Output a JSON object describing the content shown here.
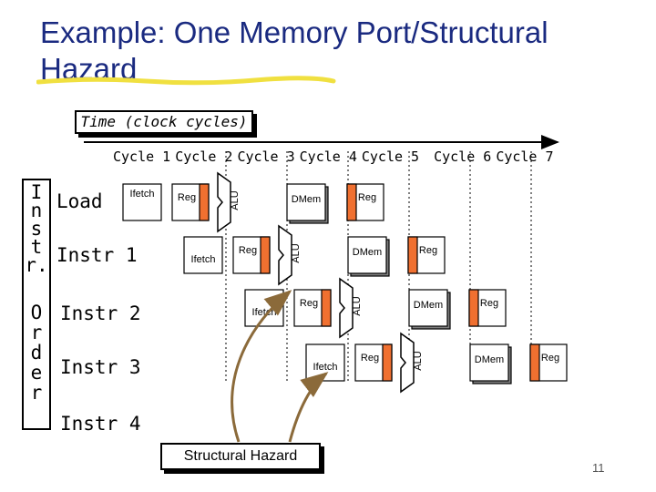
{
  "slide": {
    "title": "Example: One Memory Port/Structural Hazard",
    "page_number": "11"
  },
  "timeline": {
    "label": "Time (clock cycles)",
    "cycles": [
      "Cycle 1",
      "Cycle 2",
      "Cycle 3",
      "Cycle 4",
      "Cycle 5",
      "Cycle 6",
      "Cycle 7"
    ]
  },
  "order_axis": {
    "letters": [
      "I",
      "n",
      "s",
      "t",
      "r.",
      "O",
      "r",
      "d",
      "e",
      "r"
    ]
  },
  "instructions": [
    {
      "label": "Load",
      "stages": [
        "Ifetch",
        "Reg",
        "ALU",
        "DMem",
        "Reg"
      ]
    },
    {
      "label": "Instr 1",
      "stages": [
        "Ifetch",
        "Reg",
        "ALU",
        "DMem",
        "Reg"
      ]
    },
    {
      "label": "Instr 2",
      "stages": [
        "Ifetch",
        "Reg",
        "ALU",
        "DMem",
        "Reg"
      ]
    },
    {
      "label": "Instr 3",
      "stages": [
        "Ifetch",
        "Reg",
        "ALU",
        "DMem",
        "Reg"
      ]
    },
    {
      "label": "Instr 4",
      "stages": []
    }
  ],
  "annotation": {
    "label": "Structural Hazard"
  },
  "colors": {
    "title": "#1a2a80",
    "underline": "#f0e040",
    "reg_fill": "#f07030",
    "arrow": "#8b6a3a",
    "dmem_shadow": "#808080"
  }
}
